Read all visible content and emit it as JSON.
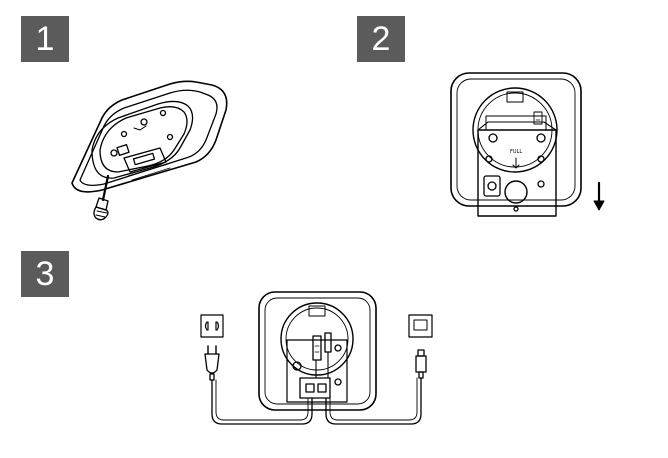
{
  "steps": [
    {
      "number": "1"
    },
    {
      "number": "2"
    },
    {
      "number": "3"
    }
  ],
  "labels": {
    "full": "FULL"
  },
  "colors": {
    "badge": "#5b5b5b",
    "line": "#000000",
    "background": "#ffffff"
  }
}
